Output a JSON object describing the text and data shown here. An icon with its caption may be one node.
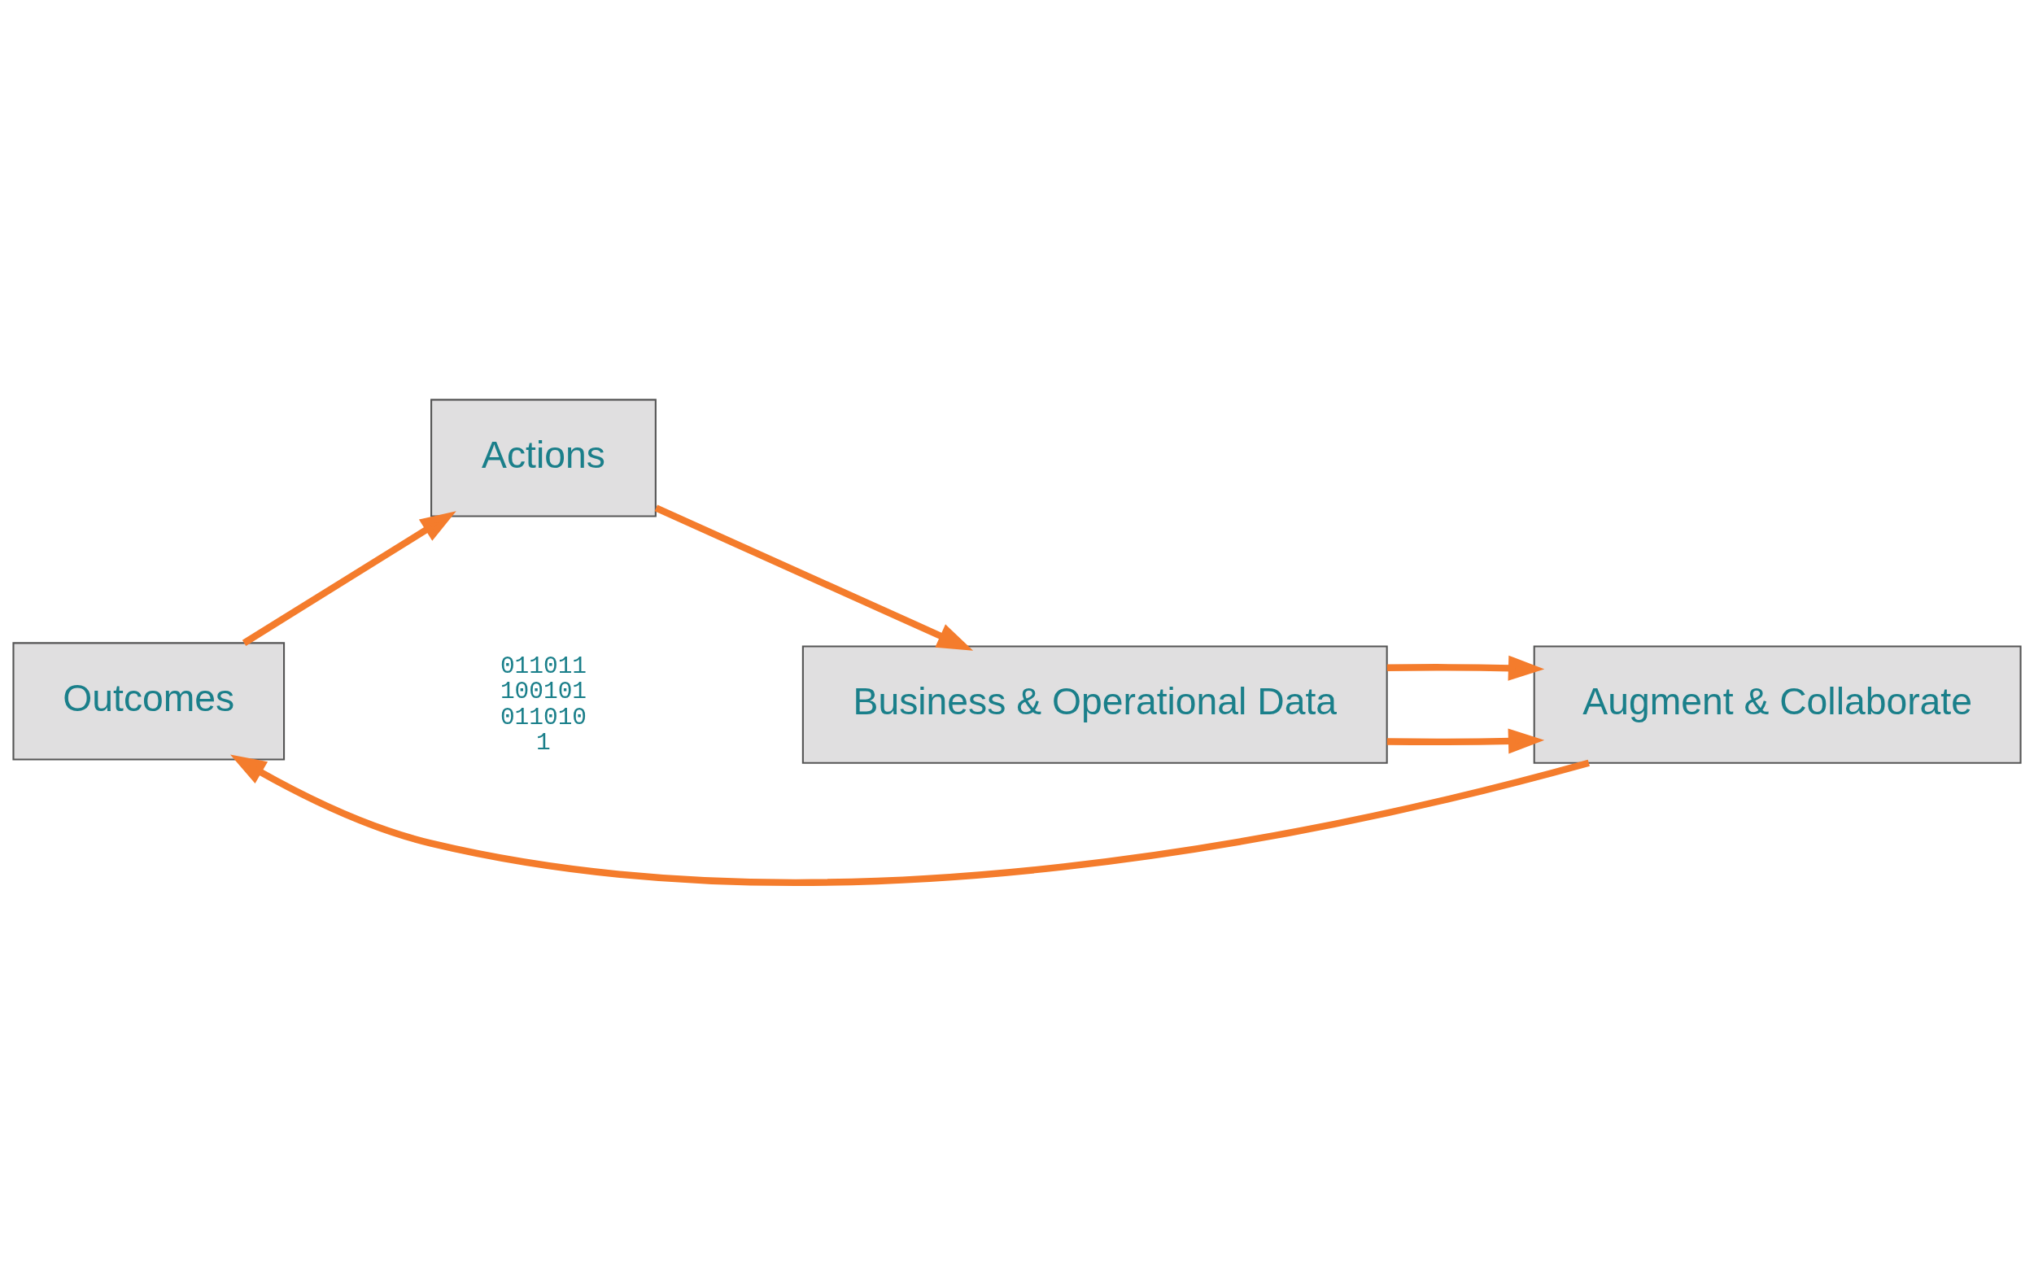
{
  "diagram": {
    "nodes": [
      {
        "text": [
          "Outcomes"
        ]
      },
      {
        "text": [
          "Augment & Collaborate"
        ]
      },
      {
        "text": [
          "Actions"
        ]
      },
      {
        "text": [
          "Business & Operational Data"
        ]
      }
    ],
    "edges": [
      {
        "from": 1,
        "to": 0,
        "arrow": "to"
      },
      {
        "from": 0,
        "to": 2,
        "arrow": "to"
      },
      {
        "from": 2,
        "to": 3,
        "arrow": "to"
      },
      {
        "from": 3,
        "to": 1,
        "arrow": "to"
      },
      {
        "from": 3,
        "to": 1,
        "arrow": "to"
      }
    ],
    "labels": [
      "011011",
      "100101",
      "011010",
      "1"
    ]
  }
}
